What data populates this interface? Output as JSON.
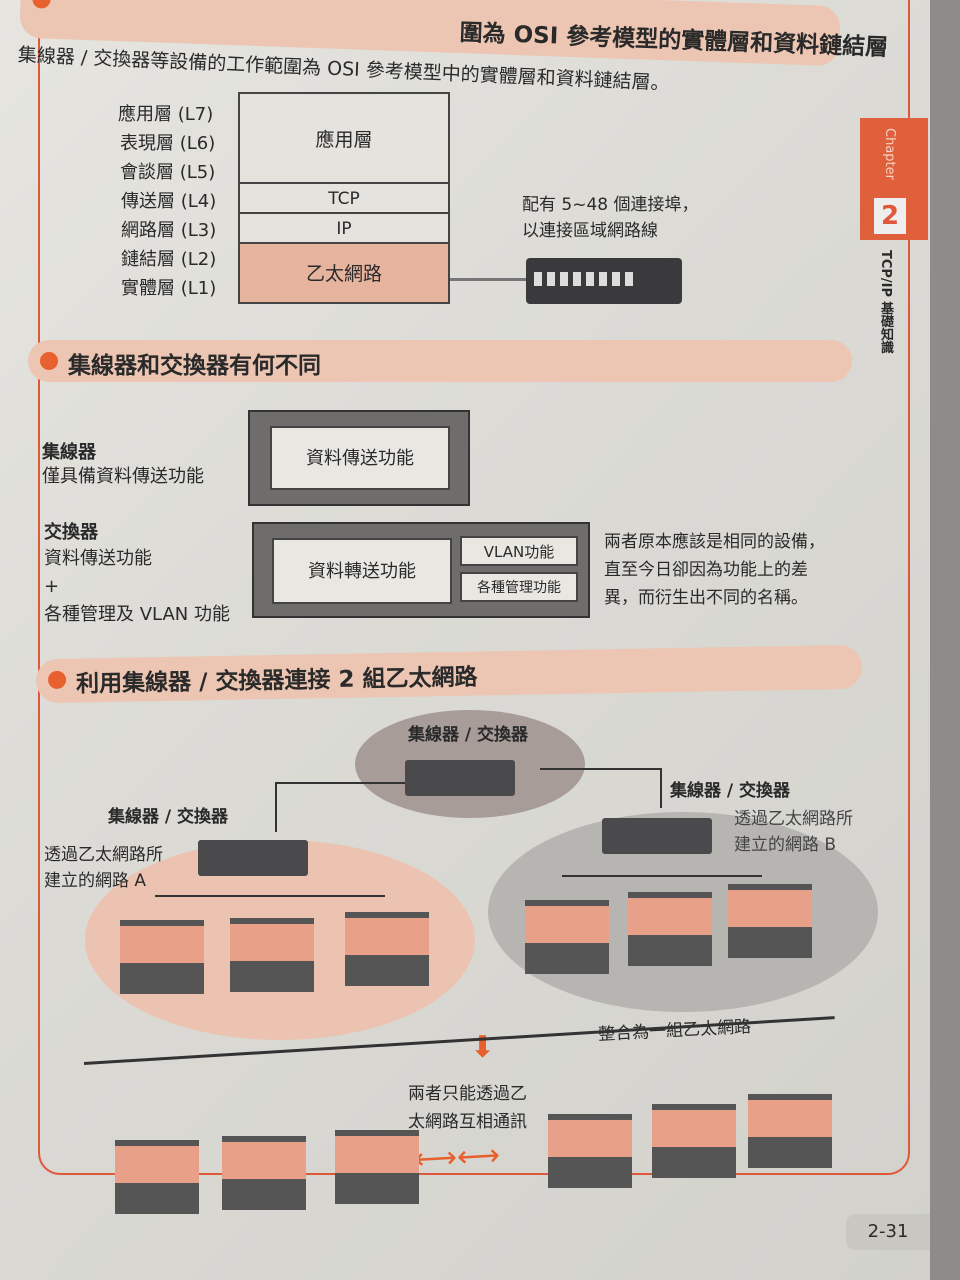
{
  "heading_top": "圍為 OSI 參考模型的實體層和資料鏈結層",
  "intro": "集線器 / 交換器等設備的工作範圍為 OSI 參考模型中的實體層和資料鏈結層。",
  "osi": {
    "layers": [
      "應用層 (L7)",
      "表現層 (L6)",
      "會談層 (L5)",
      "傳送層 (L4)",
      "網路層 (L3)",
      "鏈結層 (L2)",
      "實體層 (L1)"
    ],
    "blocks": [
      "應用層",
      "TCP",
      "IP",
      "乙太網路"
    ],
    "note": [
      "配有 5~48 個連接埠，",
      "以連接區域網路線"
    ]
  },
  "section1": {
    "title": "集線器和交換器有何不同",
    "hub_title": "集線器",
    "hub_desc": "僅具備資料傳送功能",
    "hub_box": "資料傳送功能",
    "switch_title": "交換器",
    "switch_desc": [
      "資料傳送功能",
      "+",
      "各種管理及 VLAN 功能"
    ],
    "switch_box": "資料轉送功能",
    "vlan": "VLAN功能",
    "mgmt": "各種管理功能",
    "note": [
      "兩者原本應該是相同的設備，",
      "直至今日卻因為功能上的差",
      "異，而衍生出不同的名稱。"
    ]
  },
  "section2": {
    "title": "利用集線器 / 交換器連接 2 組乙太網路",
    "center_label": "集線器 / 交換器",
    "left_label": "集線器 / 交換器",
    "right_label": "集線器 / 交換器",
    "net_a": [
      "透過乙太網路所",
      "建立的網路 A"
    ],
    "net_b": [
      "透過乙太網路所",
      "建立的網路 B"
    ],
    "merged": "整合為一組乙太網路",
    "comm": [
      "兩者只能透過乙",
      "太網路互相通訊"
    ]
  },
  "sidebar": {
    "chapter": "Chapter",
    "number": "2",
    "topic": "TCP/IP 基礎知識"
  },
  "page_number": "2-31"
}
